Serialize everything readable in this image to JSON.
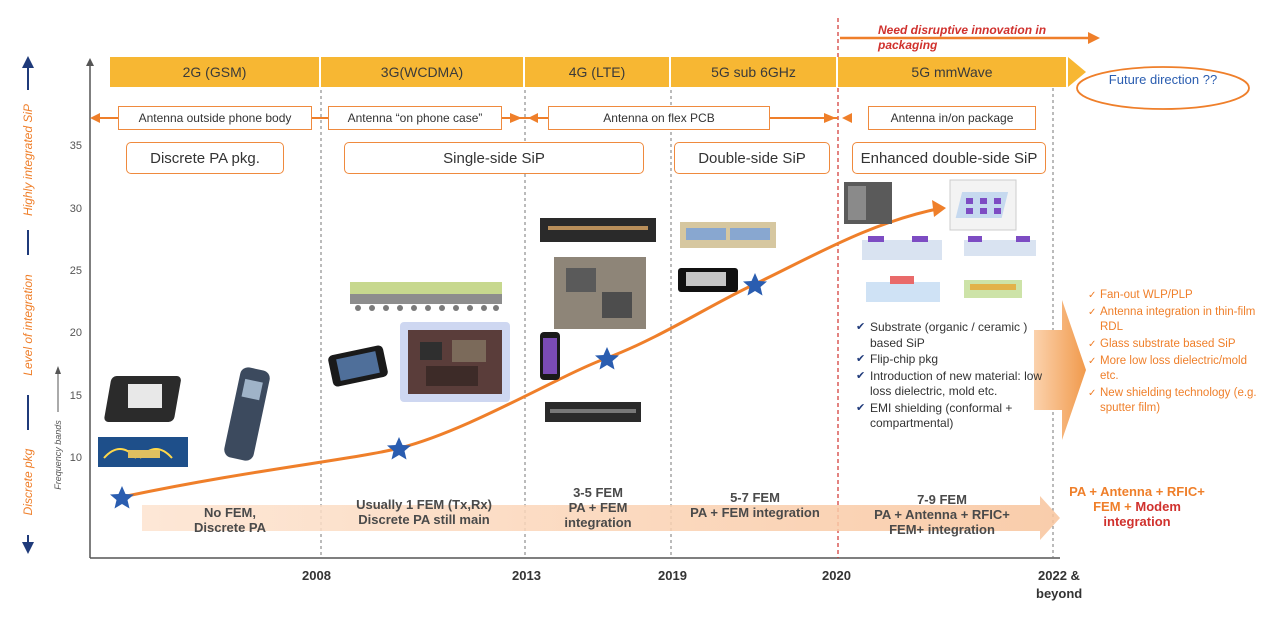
{
  "axis": {
    "y_label_top": "Highly integrated SiP",
    "y_label_mid": "Level of integration",
    "y_label_bottom": "Discrete pkg",
    "y_sub_label": "Frequency bands",
    "ticks": [
      "35",
      "30",
      "25",
      "20",
      "15",
      "10"
    ]
  },
  "innovation_note": "Need disruptive innovation in packaging",
  "generations": [
    "2G (GSM)",
    "3G(WCDMA)",
    "4G (LTE)",
    "5G sub 6GHz",
    "5G mmWave"
  ],
  "future_direction": "Future direction ??",
  "antenna_boxes": [
    "Antenna outside phone body",
    "Antenna “on phone case”",
    "Antenna on flex PCB",
    "Antenna in/on package"
  ],
  "package_boxes": [
    "Discrete PA pkg.",
    "Single-side SiP",
    "Double-side SiP",
    "Enhanced double-side SiP"
  ],
  "substrate_bullets": [
    "Substrate (organic / ceramic ) based SiP",
    "Flip-chip pkg",
    "Introduction of new material: low loss dielectric, mold etc.",
    "EMI shielding (conformal + compartmental)"
  ],
  "future_bullets": [
    "Fan-out WLP/PLP",
    "Antenna integration in thin-film RDL",
    "Glass substrate based SiP",
    "More low loss dielectric/mold etc.",
    "New shielding technology (e.g. sputter film)"
  ],
  "eras": [
    {
      "line1": "No FEM,",
      "line2": "Discrete PA",
      "line3": ""
    },
    {
      "line1": "Usually 1 FEM (Tx,Rx)",
      "line2": "Discrete PA still main",
      "line3": ""
    },
    {
      "line1": "3-5 FEM",
      "line2": "PA + FEM",
      "line3": "integration"
    },
    {
      "line1": "5-7 FEM",
      "line2": "PA + FEM integration",
      "line3": ""
    },
    {
      "line1": "7-9 FEM",
      "line2": "PA + Antenna + RFIC+",
      "line3": "FEM+ integration"
    }
  ],
  "future_era": {
    "line1": "PA + Antenna + RFIC+",
    "line2_a": "FEM + ",
    "line2_b": "Modem",
    "line3": "integration"
  },
  "years": [
    "2008",
    "2013",
    "2019",
    "2020",
    "2022 &",
    "beyond"
  ],
  "colors": {
    "orange": "#ef7f2a",
    "gold": "#f7b733",
    "blue": "#2a5db0",
    "red": "#d0312d",
    "navy": "#1f3a7a"
  }
}
